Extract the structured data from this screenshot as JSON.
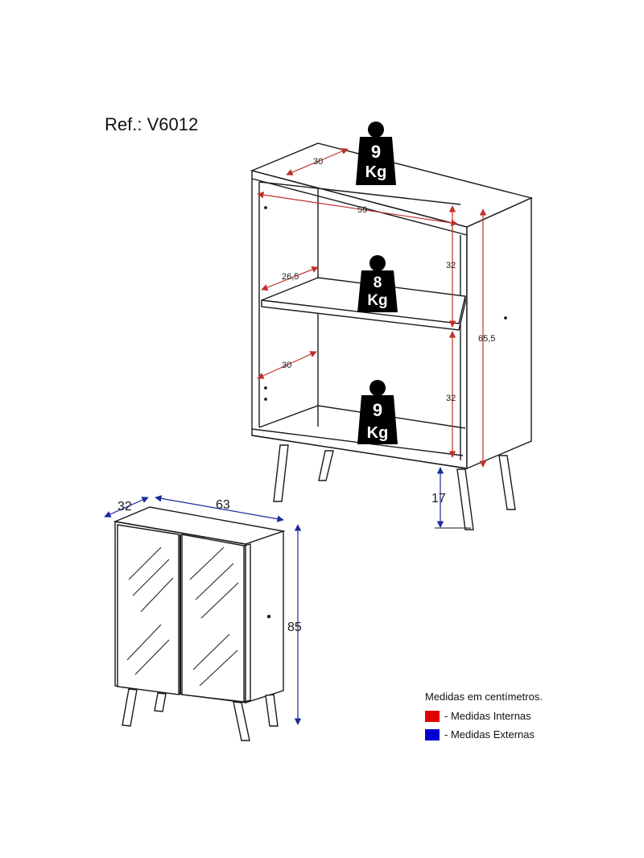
{
  "reference": "Ref.: V6012",
  "weights": {
    "top": {
      "number": "9",
      "unit": "Kg"
    },
    "middle": {
      "number": "8",
      "unit": "Kg"
    },
    "bottom": {
      "number": "9",
      "unit": "Kg"
    }
  },
  "open_view_dimensions": {
    "top_depth": "30",
    "inner_width": "59",
    "shelf_depth": "26,5",
    "bottom_depth": "30",
    "upper_height": "32",
    "lower_height": "32",
    "body_height": "65,5",
    "leg_height": "17"
  },
  "closed_view_dimensions": {
    "depth": "32",
    "width": "63",
    "height": "85"
  },
  "legend": {
    "title": "Medidas em centímetros.",
    "items": [
      {
        "label": "- Medidas Internas",
        "color": "#e00000"
      },
      {
        "label": "- Medidas Externas",
        "color": "#0000d0"
      }
    ]
  },
  "colors": {
    "internal": "#c0302a",
    "external": "#1a2a9a",
    "line": "#1a1a1a"
  }
}
